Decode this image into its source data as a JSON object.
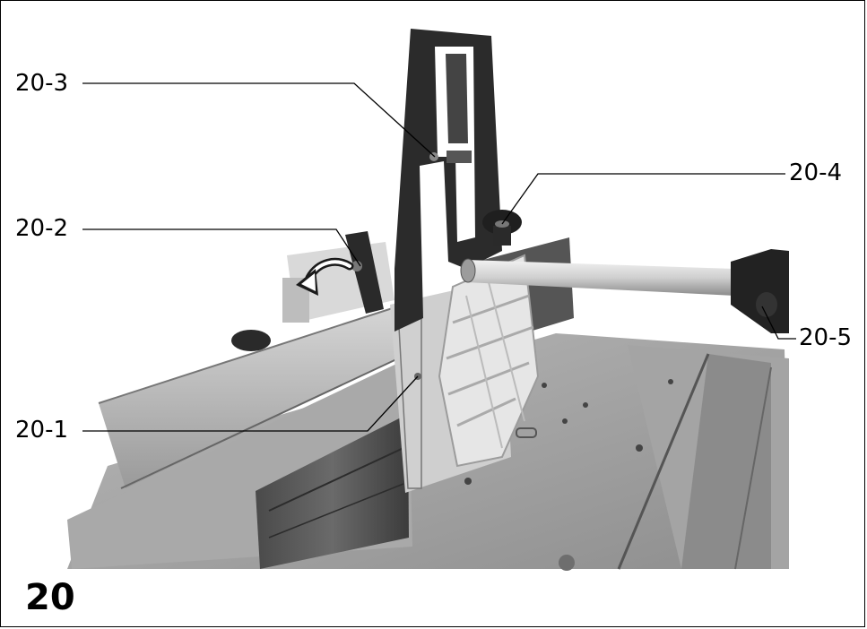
{
  "figure": {
    "number": "20"
  },
  "callouts": {
    "c1": "20-1",
    "c2": "20-2",
    "c3": "20-3",
    "c4": "20-4",
    "c5": "20-5"
  },
  "icons": {
    "rotate_arrow": "curved-arrow-icon"
  }
}
